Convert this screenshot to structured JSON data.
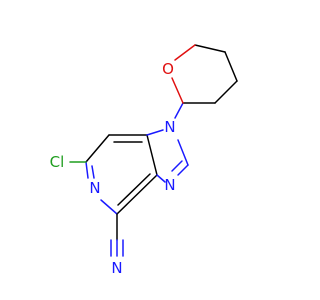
{
  "molecule": {
    "colors": {
      "bond": "#000000",
      "nitrogen": "#1a1aff",
      "oxygen": "#e01010",
      "chlorine": "#1f9e1f"
    },
    "labels": {
      "chlorine": "Cl",
      "ring_nitrogen_top": "N",
      "ring_nitrogen_right": "N",
      "pyridine_nitrogen": "N",
      "nitrile_nitrogen": "N",
      "pyran_oxygen": "O"
    }
  }
}
